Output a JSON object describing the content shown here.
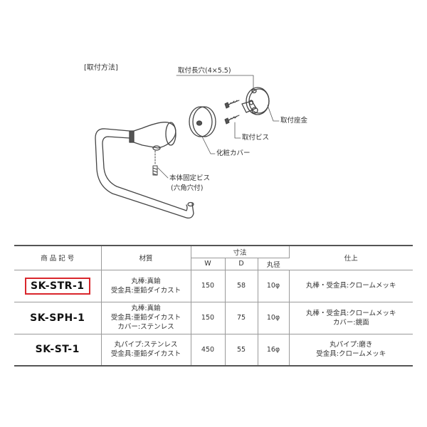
{
  "diagram": {
    "section_title": "[取付方法]",
    "labels": {
      "mount_slot": "取付長穴(4×5.5)",
      "mount_base": "取付座金",
      "mount_screw": "取付ビス",
      "cover": "化粧カバー",
      "body_screw_line1": "本体固定ビス",
      "body_screw_line2": "(六角穴付)"
    }
  },
  "table": {
    "headers": {
      "code": "商 品 記 号",
      "material": "材質",
      "dims": "寸法",
      "w": "W",
      "d": "D",
      "dia": "丸径",
      "finish": "仕上"
    },
    "rows": [
      {
        "code": "SK-STR-1",
        "highlighted": true,
        "material": [
          "丸棒:真鍮",
          "受金具:亜鉛ダイカスト"
        ],
        "w": "150",
        "d": "58",
        "dia": "10φ",
        "finish": [
          "丸棒・受金具:クロームメッキ"
        ]
      },
      {
        "code": "SK-SPH-1",
        "highlighted": false,
        "material": [
          "丸棒:真鍮",
          "受金具:亜鉛ダイカスト",
          "カバー:ステンレス"
        ],
        "w": "150",
        "d": "75",
        "dia": "10φ",
        "finish": [
          "丸棒・受金具:クロームメッキ",
          "カバー:鏡面"
        ]
      },
      {
        "code": "SK-ST-1",
        "highlighted": false,
        "material": [
          "丸パイプ:ステンレス",
          "受金具:亜鉛ダイカスト"
        ],
        "w": "450",
        "d": "55",
        "dia": "16φ",
        "finish": [
          "丸パイプ:磨き",
          "受金具:クロームメッキ"
        ]
      }
    ]
  },
  "colors": {
    "highlight_border": "#d9262c",
    "line": "#555555",
    "text": "#333333"
  }
}
